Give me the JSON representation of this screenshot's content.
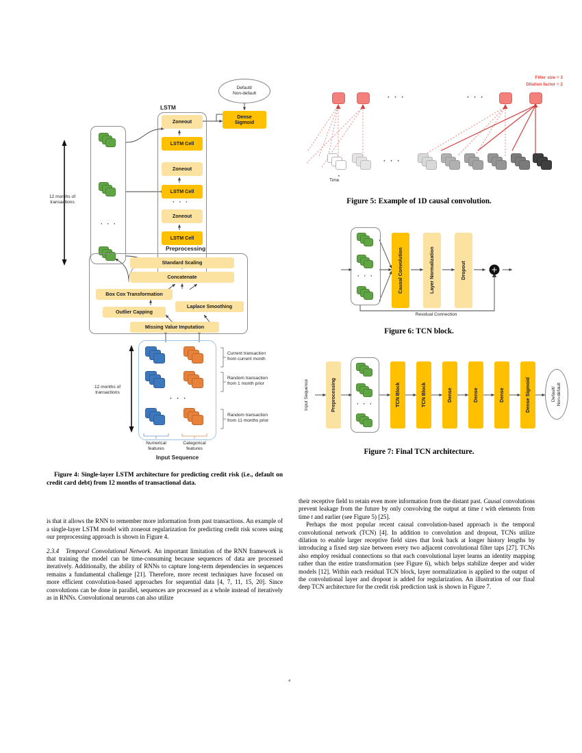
{
  "page": {
    "number": "4"
  },
  "figure4": {
    "title_lstm": "LSTM",
    "title_preprocessing": "Preprocessing",
    "title_input": "Input Sequence",
    "output_ellipse": "Default/\nNon-default",
    "dense_sigmoid": "Dense\nSigmoid",
    "lstm_stack": [
      {
        "label": "Zoneout",
        "tone": "light"
      },
      {
        "label": "LSTM Cell",
        "tone": "dark"
      },
      {
        "label": "Zoneout",
        "tone": "light"
      },
      {
        "label": "LSTM Cell",
        "tone": "dark"
      },
      {
        "label": "Zoneout",
        "tone": "light"
      },
      {
        "label": "LSTM Cell",
        "tone": "dark"
      }
    ],
    "preprocessing_steps": [
      "Standard Scaling",
      "Concatenate",
      "Box Cox Transformation",
      "Laplace Smoothing",
      "Outlier Capping",
      "Missing Value Imputation"
    ],
    "left_axis_label": "12 months of\ntransactions",
    "input_axis_label": "12 months of\ntransactions",
    "row_annotations": [
      "Current transaction\nfrom current month",
      "Random transaction\nfrom 1 month prior",
      "Random transaction\nfrom 11 months prior"
    ],
    "feature_labels": [
      "Numerical\nfeatures",
      "Categorical\nfeatures"
    ],
    "ellipsis": "· · ·",
    "caption": "Figure 4: Single-layer LSTM architecture for predicting credit risk (i.e., default on credit card debt) from 12 months of transactional data."
  },
  "figure5": {
    "annotation_filter": "Filter size = 3",
    "annotation_dilation": "Dilation factor = 2",
    "time_label": "Time",
    "ellipsis": "· · ·",
    "caption": "Figure 5: Example of 1D causal convolution."
  },
  "figure6": {
    "blocks": [
      "Causal Convolution",
      "Layer Normalization",
      "Dropout"
    ],
    "residual_label": "Residual Connection",
    "sum_symbol": "+",
    "ellipsis": "· · ·",
    "caption": "Figure 6: TCN block."
  },
  "figure7": {
    "input_label": "Input Sequence",
    "blocks": [
      {
        "label": "Preprocessing",
        "tone": "light"
      },
      {
        "label": "TCN Block",
        "tone": "dark"
      },
      {
        "label": "TCN Block",
        "tone": "dark"
      },
      {
        "label": "Dense",
        "tone": "dark"
      },
      {
        "label": "Dense",
        "tone": "dark"
      },
      {
        "label": "Dense",
        "tone": "dark"
      },
      {
        "label": "Dense Sigmoid",
        "tone": "dark"
      }
    ],
    "output_ellipse": "Default/\nNon-default",
    "ellipsis": "· · ·",
    "caption": "Figure 7: Final TCN architecture."
  },
  "body": {
    "left": {
      "figure4_caption": "Figure 4: Single-layer LSTM architecture for predicting credit risk (i.e., default on credit card debt) from 12 months of transactional data.",
      "para1": "is that it allows the RNN to remember more information from past transactions. An example of a single-layer LSTM model with zoneout regularization for predicting credit risk scores using our preprocessing approach is shown in Figure 4.",
      "section_number": "2.3.4",
      "section_title": "Temporal Convolutional Network.",
      "para2": "An important limitation of the RNN framework is that training the model can be time-consuming because sequences of data are processed iteratively. Additionally, the ability of RNNs to capture long-term dependencies in sequences remains a fundamental challenge [21]. Therefore, more recent techniques have focused on more efficient convolution-based approaches for sequential data [4, 7, 11, 15, 20]. Since convolutions can be done in parallel, sequences are processed as a whole instead of iteratively as in RNNs. Convolutional neurons can also utilize"
    },
    "right": {
      "para1_a": "their receptive field to retain even more information from the distant past. ",
      "para1_italic": "Causal",
      "para1_b": " convolutions prevent leakage from the future by only convolving the output at time ",
      "para1_italic2": "t",
      "para1_c": " with elements from time ",
      "para1_italic3": "t",
      "para1_d": " and earlier (see Figure 5) [25].",
      "para2": "Perhaps the most popular recent causal convolution-based approach is the temporal convolutional network (TCN) [4]. In addition to convolution and dropout, TCNs utilize dilation to enable larger receptive field sizes that look back at longer history lengths by introducing a fixed step size between every two adjacent convolutional filter taps [27]. TCNs also employ residual connections so that each convolutional layer learns an identity mapping rather than the entire transformation (see Figure 6), which helps stabilize deeper and wider models [12]. Within each residual TCN block, layer normalization is applied to the output of the convolutional layer and dropout is added for regularization. An illustration of our final deep TCN architecture for the credit risk prediction task is shown in Figure 7."
    }
  },
  "colors": {
    "light_yellow": "#FBE2A0",
    "dark_yellow": "#FFC000",
    "green": "#5FA544",
    "blue": "#3C78BE",
    "orange": "#E8813A",
    "red": "#F4807C",
    "annotation_red": "#E8483F"
  }
}
